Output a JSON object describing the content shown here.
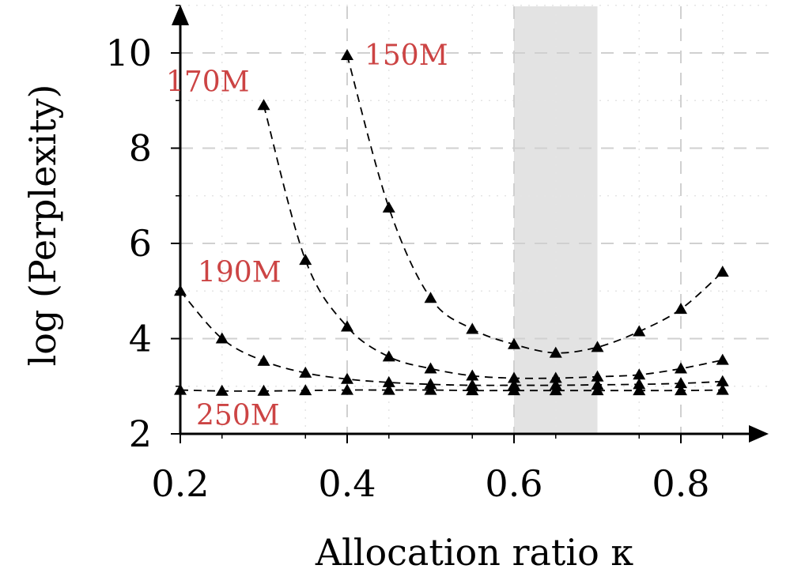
{
  "chart_data": {
    "type": "line",
    "title": "",
    "xlabel": "Allocation ratio κ",
    "ylabel": "log (Perplexity)",
    "xlim": [
      0.18,
      0.9
    ],
    "ylim": [
      2,
      11
    ],
    "xticks": [
      0.2,
      0.4,
      0.6,
      0.8
    ],
    "xtick_labels": [
      "0.2",
      "0.4",
      "0.6",
      "0.8"
    ],
    "yticks": [
      2,
      4,
      6,
      8,
      10
    ],
    "ytick_labels": [
      "2",
      "4",
      "6",
      "8",
      "10"
    ],
    "grid": true,
    "shaded_region": [
      0.6,
      0.7
    ],
    "colors": {
      "label": "#cc4444",
      "shade": "#e3e3e3",
      "line": "#000000"
    },
    "series": [
      {
        "name": "150M",
        "x": [
          0.4,
          0.45,
          0.5,
          0.55,
          0.6,
          0.65,
          0.7,
          0.75,
          0.8,
          0.85
        ],
        "y": [
          9.95,
          6.75,
          4.85,
          4.2,
          3.88,
          3.7,
          3.82,
          4.15,
          4.62,
          5.4
        ]
      },
      {
        "name": "170M",
        "x": [
          0.3,
          0.35,
          0.4,
          0.45,
          0.5,
          0.55,
          0.6,
          0.65,
          0.7,
          0.75,
          0.8,
          0.85
        ],
        "y": [
          8.9,
          5.65,
          4.25,
          3.62,
          3.37,
          3.22,
          3.17,
          3.17,
          3.2,
          3.24,
          3.37,
          3.55
        ]
      },
      {
        "name": "190M",
        "x": [
          0.2,
          0.25,
          0.3,
          0.35,
          0.4,
          0.45,
          0.5,
          0.55,
          0.6,
          0.65,
          0.7,
          0.75,
          0.8,
          0.85
        ],
        "y": [
          5.0,
          4.0,
          3.53,
          3.28,
          3.15,
          3.08,
          3.04,
          3.02,
          3.02,
          3.02,
          3.03,
          3.04,
          3.06,
          3.1
        ]
      },
      {
        "name": "250M",
        "x": [
          0.2,
          0.25,
          0.3,
          0.35,
          0.4,
          0.45,
          0.5,
          0.55,
          0.6,
          0.65,
          0.7,
          0.75,
          0.8,
          0.85
        ],
        "y": [
          2.92,
          2.9,
          2.9,
          2.91,
          2.92,
          2.92,
          2.92,
          2.91,
          2.91,
          2.91,
          2.91,
          2.91,
          2.91,
          2.92
        ]
      }
    ]
  }
}
